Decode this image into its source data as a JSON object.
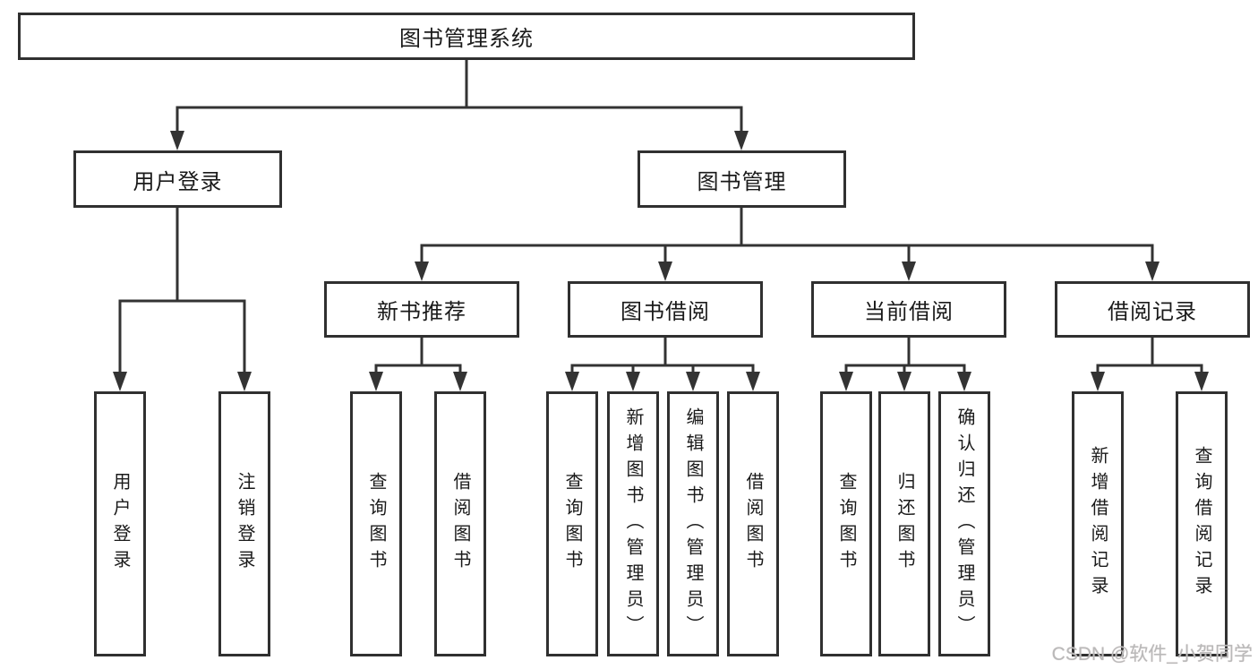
{
  "tree": {
    "label": "图书管理系统",
    "children": [
      {
        "label": "用户登录",
        "children": [
          {
            "label": "用户登录"
          },
          {
            "label": "注销登录"
          }
        ]
      },
      {
        "label": "图书管理",
        "children": [
          {
            "label": "新书推荐",
            "children": [
              {
                "label": "查询图书"
              },
              {
                "label": "借阅图书"
              }
            ]
          },
          {
            "label": "图书借阅",
            "children": [
              {
                "label": "查询图书"
              },
              {
                "label": "新增图书（管理员）"
              },
              {
                "label": "编辑图书（管理员）"
              },
              {
                "label": "借阅图书"
              }
            ]
          },
          {
            "label": "当前借阅",
            "children": [
              {
                "label": "查询图书"
              },
              {
                "label": "归还图书"
              },
              {
                "label": "确认归还（管理员）"
              }
            ]
          },
          {
            "label": "借阅记录",
            "children": [
              {
                "label": "新增借阅记录"
              },
              {
                "label": "查询借阅记录"
              }
            ]
          }
        ]
      }
    ]
  },
  "watermark": {
    "text": "CSDN @软件_小贺同学"
  },
  "colors": {
    "connector_line": "#333333",
    "box_border": "#303030",
    "text": "#1a1a1a",
    "watermark": "#b9b9b9",
    "background": "#ffffff"
  }
}
